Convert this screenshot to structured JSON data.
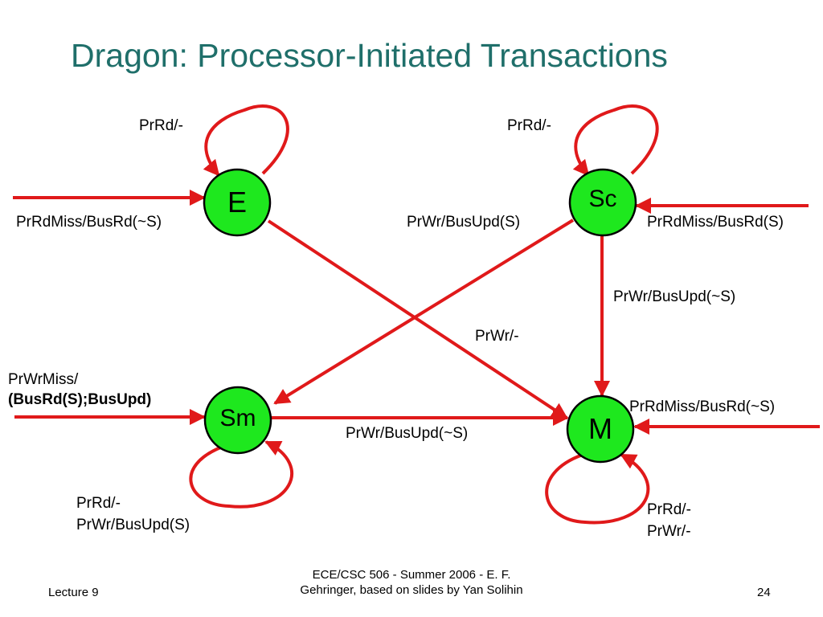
{
  "title": "Dragon: Processor-Initiated Transactions",
  "colors": {
    "title": "#1f6f6a",
    "arrow": "#e0191a",
    "state_fill": "#1ee81e",
    "state_stroke": "#000000"
  },
  "states": {
    "E": "E",
    "Sc": "Sc",
    "Sm": "Sm",
    "M": "M"
  },
  "labels": {
    "e_self": "PrRd/-",
    "sc_self": "PrRd/-",
    "e_in": "PrRdMiss/BusRd(~S)",
    "sc_to_sm": "PrWr/BusUpd(S)",
    "sc_in": "PrRdMiss/BusRd(S)",
    "sc_to_m": "PrWr/BusUpd(~S)",
    "e_to_m": "PrWr/-",
    "sm_in_line1": "PrWrMiss/",
    "sm_in_line2": "(BusRd(S);BusUpd)",
    "m_in": "PrRdMiss/BusRd(~S)",
    "sm_to_m": "PrWr/BusUpd(~S)",
    "sm_self_line1": "PrRd/-",
    "sm_self_line2": "PrWr/BusUpd(S)",
    "m_self_line1": "PrRd/-",
    "m_self_line2": "PrWr/-"
  },
  "footer": {
    "left": "Lecture 9",
    "center_line1": "ECE/CSC 506 - Summer 2006 - E. F.",
    "center_line2": "Gehringer, based on slides by Yan Solihin",
    "page": "24"
  }
}
